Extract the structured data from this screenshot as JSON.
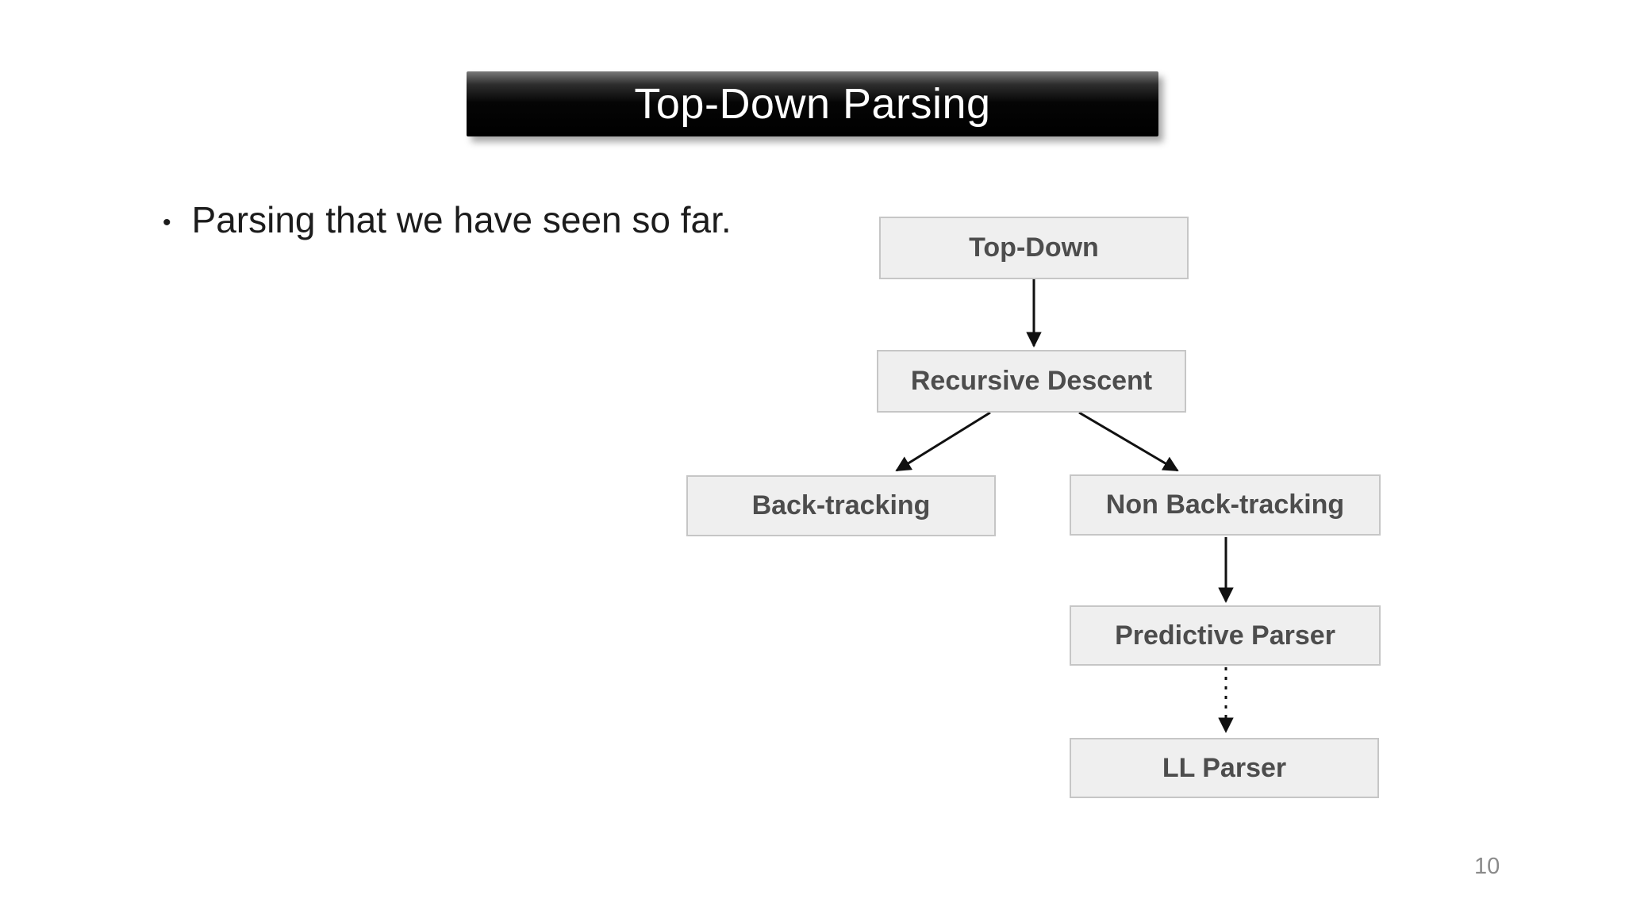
{
  "slide": {
    "title": "Top-Down Parsing",
    "bullet_glyph": "•",
    "bullets": [
      {
        "text": "Parsing that we have seen so far."
      }
    ],
    "page_number": "10"
  },
  "colors": {
    "title_text": "#ffffff",
    "title_bg": "#000000",
    "node_bg": "#efefef",
    "node_border": "#c6c6c6",
    "node_text": "#4d4d4d",
    "arrow": "#111111",
    "page_number": "#8a8a8a"
  },
  "diagram": {
    "nodes": [
      {
        "id": "top-down",
        "label": "Top-Down"
      },
      {
        "id": "recursive-descent",
        "label": "Recursive Descent"
      },
      {
        "id": "back-tracking",
        "label": "Back-tracking"
      },
      {
        "id": "non-back-tracking",
        "label": "Non Back-tracking"
      },
      {
        "id": "predictive-parser",
        "label": "Predictive Parser"
      },
      {
        "id": "ll-parser",
        "label": "LL Parser"
      }
    ],
    "edges": [
      {
        "from": "top-down",
        "to": "recursive-descent",
        "style": "solid"
      },
      {
        "from": "recursive-descent",
        "to": "back-tracking",
        "style": "solid"
      },
      {
        "from": "recursive-descent",
        "to": "non-back-tracking",
        "style": "solid"
      },
      {
        "from": "non-back-tracking",
        "to": "predictive-parser",
        "style": "solid"
      },
      {
        "from": "predictive-parser",
        "to": "ll-parser",
        "style": "dotted"
      }
    ]
  }
}
